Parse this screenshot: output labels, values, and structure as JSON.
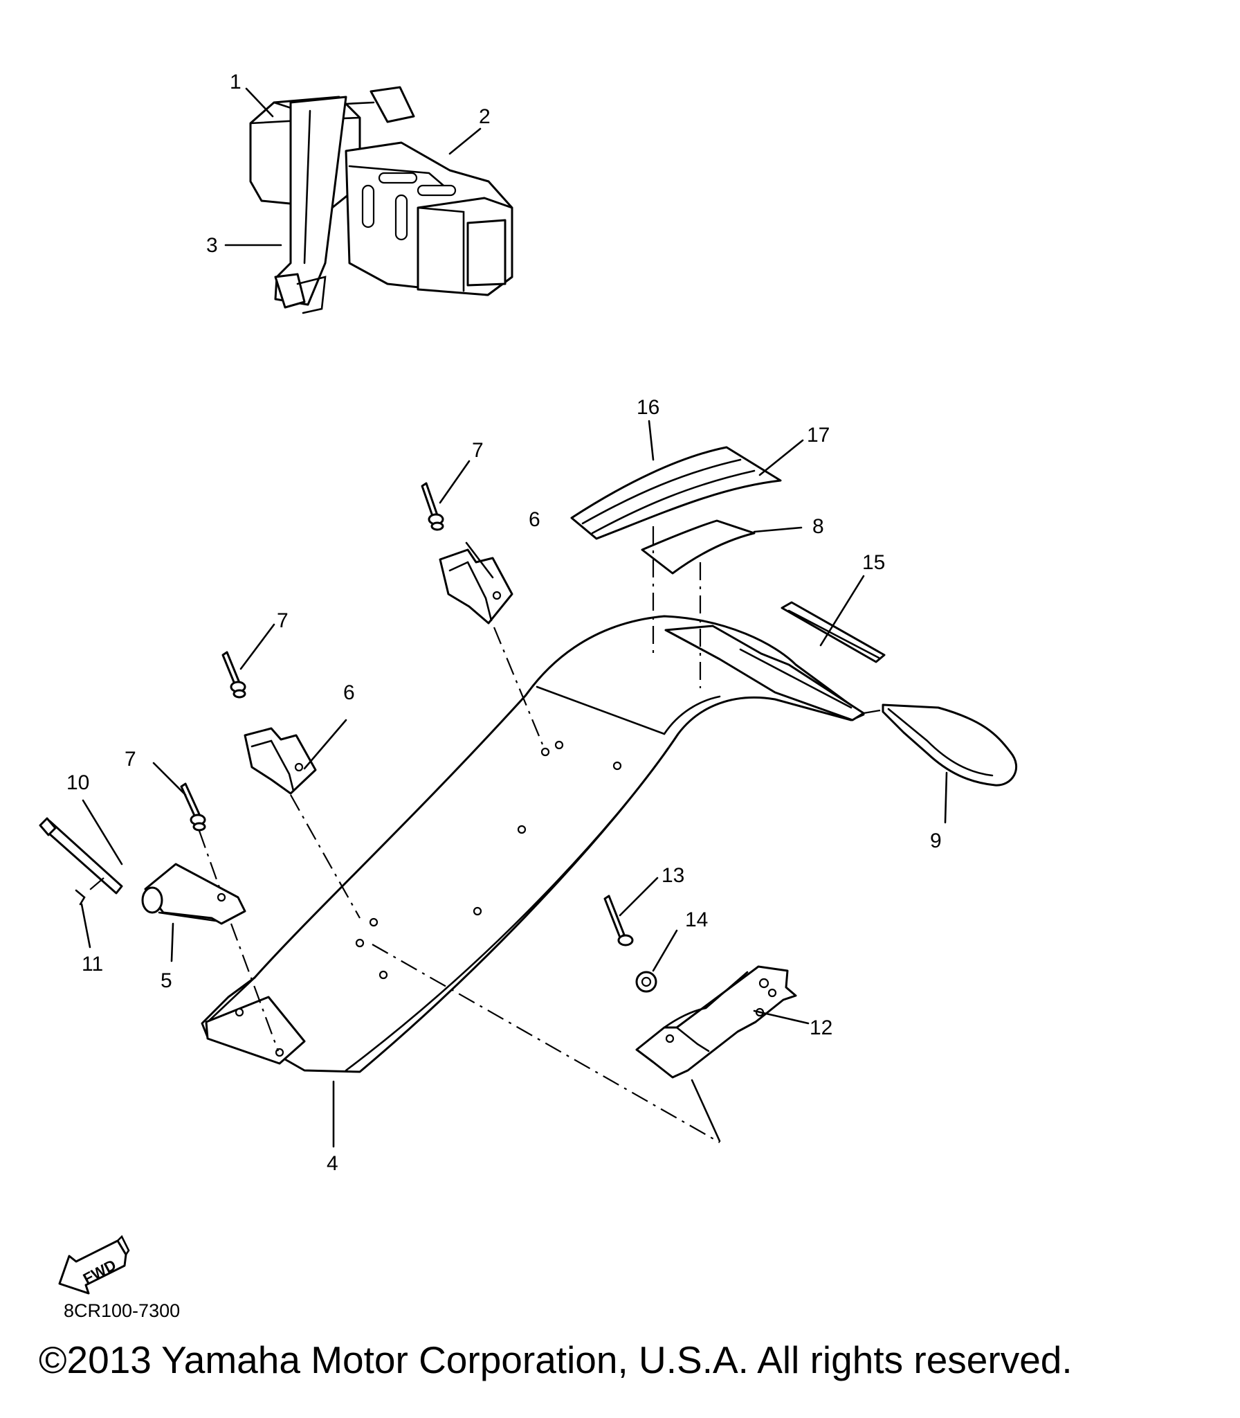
{
  "diagram": {
    "callouts": [
      {
        "id": "callout-1",
        "number": "1"
      },
      {
        "id": "callout-2",
        "number": "2"
      },
      {
        "id": "callout-3",
        "number": "3"
      },
      {
        "id": "callout-4",
        "number": "4"
      },
      {
        "id": "callout-5",
        "number": "5"
      },
      {
        "id": "callout-6a",
        "number": "6"
      },
      {
        "id": "callout-6b",
        "number": "6"
      },
      {
        "id": "callout-7a",
        "number": "7"
      },
      {
        "id": "callout-7b",
        "number": "7"
      },
      {
        "id": "callout-7c",
        "number": "7"
      },
      {
        "id": "callout-8",
        "number": "8"
      },
      {
        "id": "callout-9",
        "number": "9"
      },
      {
        "id": "callout-10",
        "number": "10"
      },
      {
        "id": "callout-11",
        "number": "11"
      },
      {
        "id": "callout-12",
        "number": "12"
      },
      {
        "id": "callout-13",
        "number": "13"
      },
      {
        "id": "callout-14",
        "number": "14"
      },
      {
        "id": "callout-15",
        "number": "15"
      },
      {
        "id": "callout-16",
        "number": "16"
      },
      {
        "id": "callout-17",
        "number": "17"
      }
    ],
    "fwd_label": "FWD",
    "diagram_code": "8CR100-7300"
  },
  "footer": {
    "copyright": "©2013 Yamaha Motor Corporation, U.S.A. All rights reserved."
  }
}
